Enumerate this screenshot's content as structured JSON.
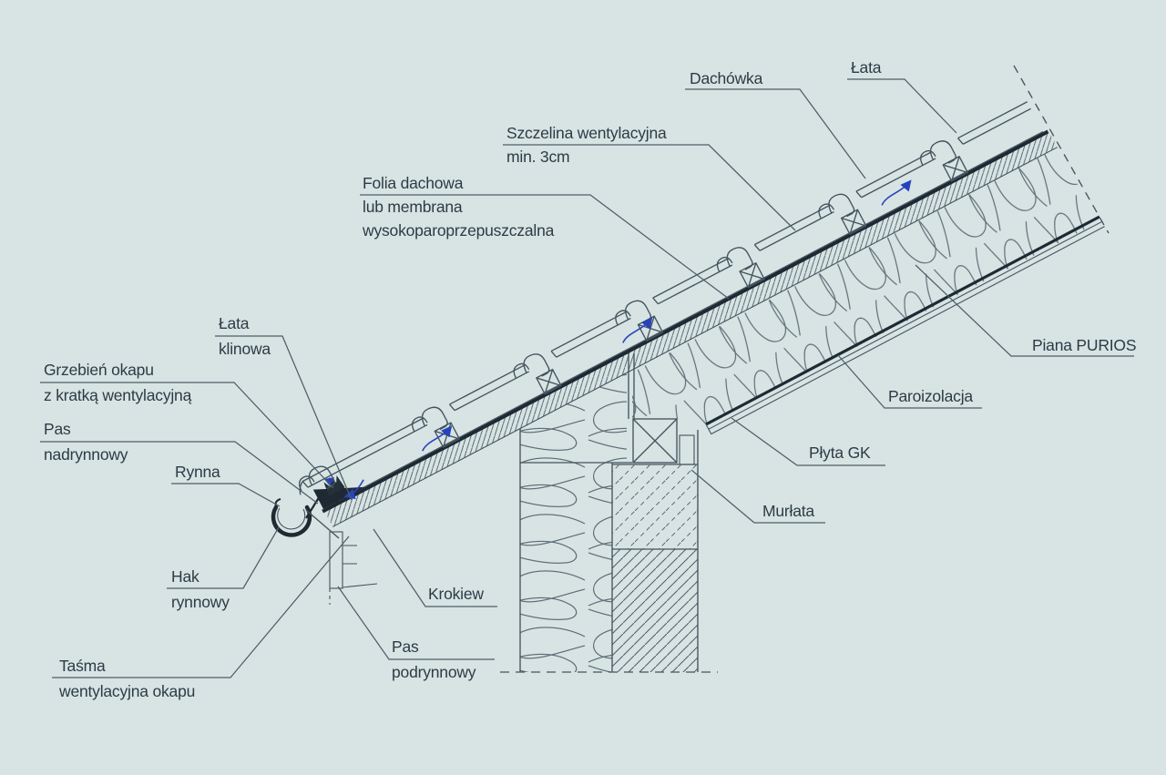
{
  "diagram": {
    "colors": {
      "background": "#d7e4e3",
      "line": "#44545e",
      "dark_line": "#1e2933",
      "text": "#2c3b46",
      "airflow_arrow": "#2742bd"
    },
    "labels": {
      "dachowka": {
        "text": "Dachówka"
      },
      "lata": {
        "text": "Łata"
      },
      "szczelina": {
        "line1": "Szczelina wentylacyjna",
        "line2": "min. 3cm"
      },
      "folia": {
        "line1": "Folia dachowa",
        "line2": "lub membrana",
        "line3": "wysokoparoprzepuszczalna"
      },
      "lata_klinowa": {
        "line1": "Łata",
        "line2": "klinowa"
      },
      "grzebien": {
        "line1": "Grzebień okapu",
        "line2": "z kratką wentylacyjną"
      },
      "pas_nadrynnowy": {
        "line1": "Pas",
        "line2": "nadrynnowy"
      },
      "rynna": {
        "text": "Rynna"
      },
      "hak": {
        "line1": "Hak",
        "line2": "rynnowy"
      },
      "tasma": {
        "line1": "Taśma",
        "line2": "wentylacyjna okapu"
      },
      "krokiew": {
        "text": "Krokiew"
      },
      "pas_podrynnowy": {
        "line1": "Pas",
        "line2": "podrynnowy"
      },
      "piana": {
        "text": "Piana PURIOS"
      },
      "paroizolacja": {
        "text": "Paroizolacja"
      },
      "plyta_gk": {
        "text": "Płyta GK"
      },
      "murlata": {
        "text": "Murłata"
      }
    }
  }
}
